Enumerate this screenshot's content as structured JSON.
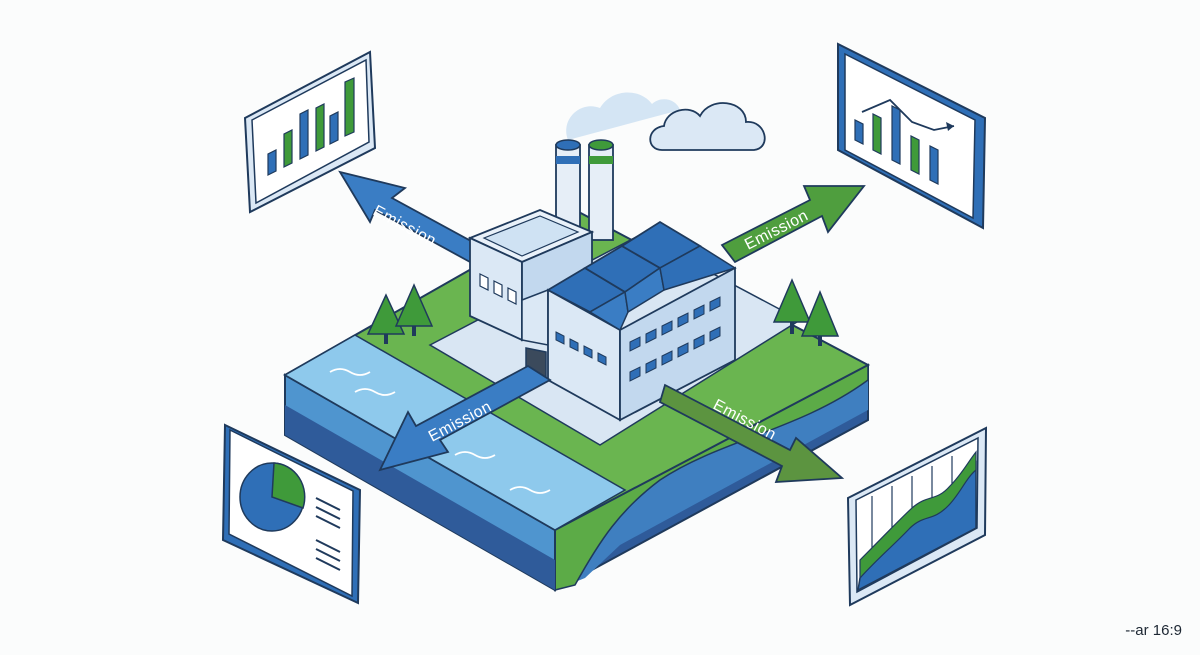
{
  "labels": {
    "arrow_top_left": "Emission",
    "arrow_top_right": "Emission",
    "arrow_bottom_left": "Emission",
    "arrow_bottom_right": "Emission"
  },
  "caption": "--ar 16:9",
  "icons": {
    "top_left_panel": "bar-chart-icon",
    "top_right_panel": "bar-trend-chart-icon",
    "bottom_left_panel": "pie-chart-report-icon",
    "bottom_right_panel": "area-chart-icon"
  },
  "colors": {
    "primary_blue": "#2f6fb7",
    "accent_green": "#3f9a3a",
    "outline": "#1f3a5c",
    "light_blue": "#cfe2f3",
    "grass": "#6ab550",
    "water": "#6fb4e0"
  }
}
